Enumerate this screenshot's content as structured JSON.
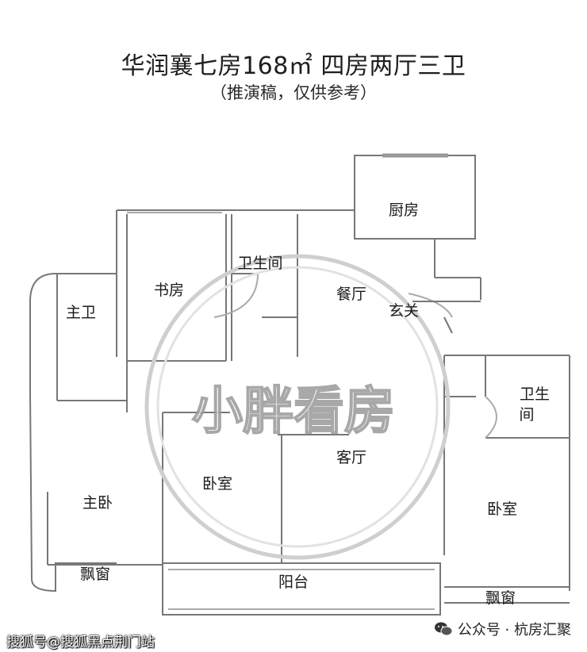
{
  "title": "华润襄七房168㎡ 四房两厅三卫",
  "subtitle": "（推演稿，仅供参考）",
  "rooms": {
    "kitchen": "厨房",
    "bathroom_top": "卫生间",
    "study": "书房",
    "dining": "餐厅",
    "entrance": "玄关",
    "master_bath": "主卫",
    "bath_right_line1": "卫生",
    "bath_right_line2": "间",
    "living": "客厅",
    "bedroom_center": "卧室",
    "master_bedroom": "主卧",
    "bedroom_right": "卧室",
    "bay_window_left": "飘窗",
    "balcony": "阳台",
    "bay_window_right": "飘窗"
  },
  "watermark": "小胖看房",
  "footer": {
    "left": "搜狐号@搜狐黑点荆门站",
    "right": "公众号 · 杭房汇聚"
  }
}
